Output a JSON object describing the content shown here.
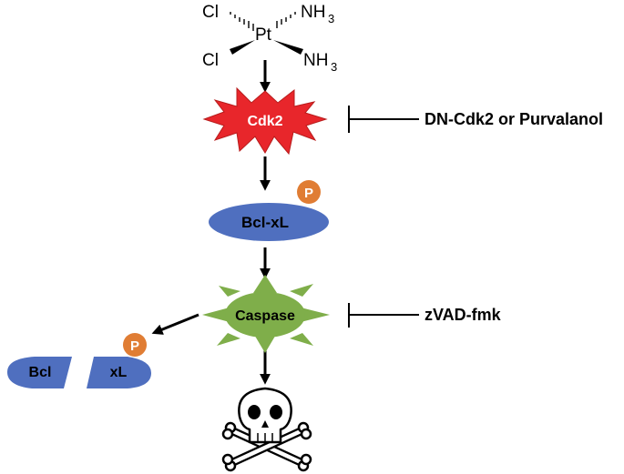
{
  "cisplatin": {
    "metal": "Pt",
    "ligand_cl_top": "Cl",
    "ligand_cl_bottom": "Cl",
    "ligand_nh3_top": "NH",
    "ligand_nh3_top_sub": "3",
    "ligand_nh3_bottom": "NH",
    "ligand_nh3_bottom_sub": "3"
  },
  "nodes": {
    "cdk2": {
      "label": "Cdk2",
      "color": "#e8262b"
    },
    "bclxl": {
      "label": "Bcl-xL",
      "color": "#4f6fbf"
    },
    "phospho_top": {
      "label": "P",
      "color": "#e07d34"
    },
    "caspase": {
      "label": "Caspase",
      "color": "#7fae4a"
    },
    "bcl_fragment": {
      "label": "Bcl",
      "color": "#4f6fbf"
    },
    "xl_fragment": {
      "label": "xL",
      "color": "#4f6fbf"
    },
    "phospho_bottom": {
      "label": "P",
      "color": "#e07d34"
    }
  },
  "inhibitors": {
    "cdk2": "DN-Cdk2 or Purvalanol",
    "caspase": "zVAD-fmk"
  },
  "outcome_icon": "skull-crossbones-icon"
}
